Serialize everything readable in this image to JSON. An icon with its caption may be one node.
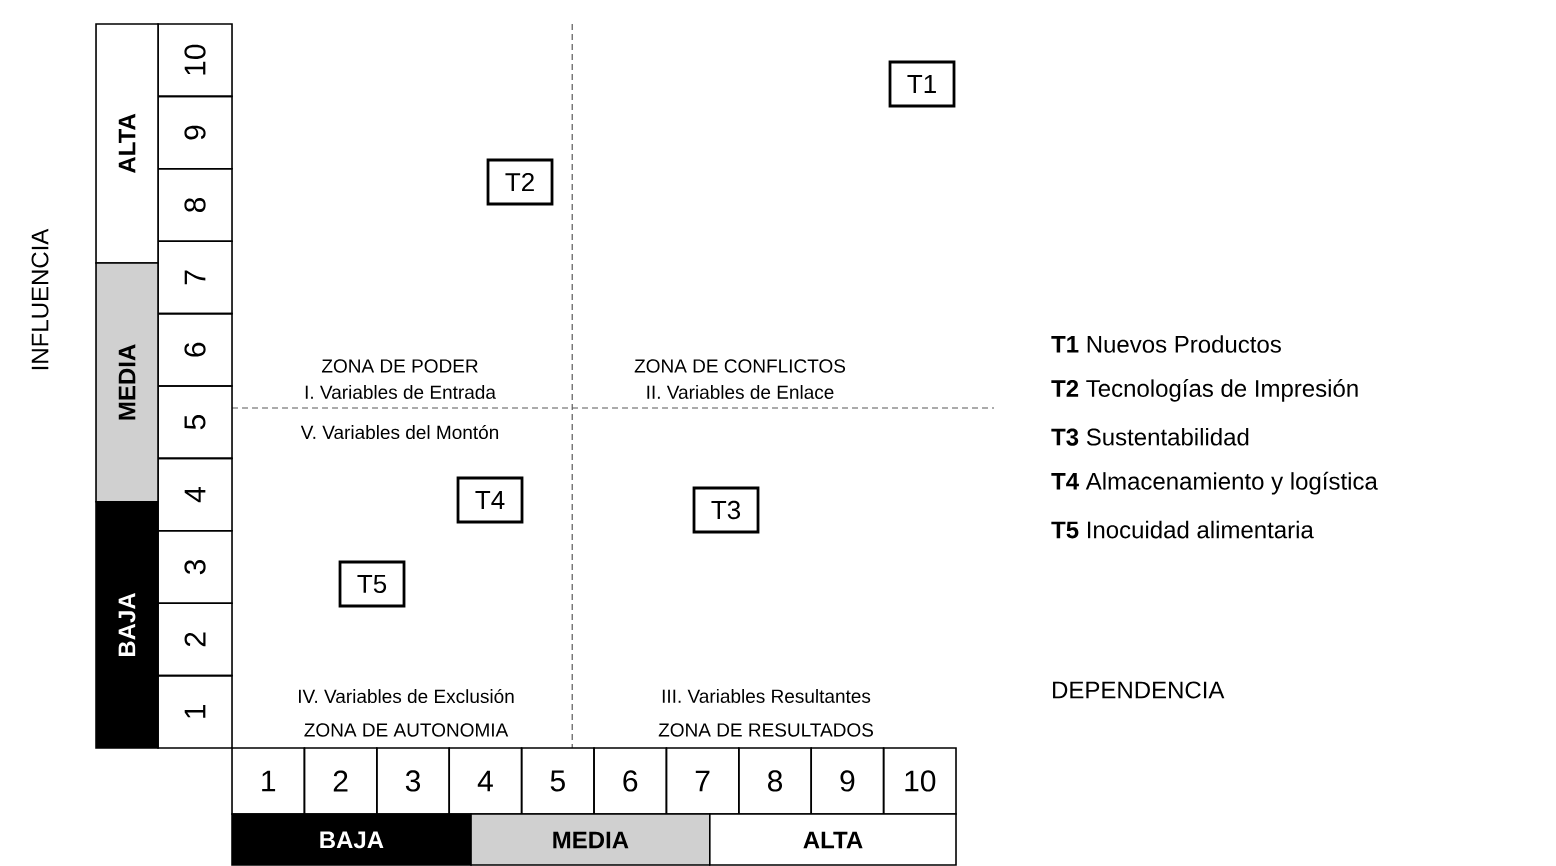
{
  "diagram": {
    "nodes": [
      {
        "text": [
          "T1"
        ]
      },
      {
        "text": [
          "T2"
        ]
      },
      {
        "text": [
          "T3"
        ]
      },
      {
        "text": [
          "T4"
        ]
      },
      {
        "text": [
          "T5"
        ]
      }
    ],
    "labels": [
      "10",
      "9",
      "8",
      "7",
      "6",
      "5",
      "4",
      "3",
      "2",
      "1",
      "ALTA",
      "MEDIA",
      "BAJA",
      "INFLUENCIA",
      "ZONA DE PODER",
      "I. Variables de Entrada",
      "ZONA DE CONFLICTOS",
      "II. Variables de Enlace",
      "V. Variables del Montón",
      "IV. Variables de Exclusión",
      "III. Variables Resultantes",
      "ZONA DE AUTONOMIA",
      "ZONA DE RESULTADOS",
      "**T1** Nuevos Productos",
      "**T2** Tecnologías de Impresión",
      "**T3** Sustentabilidad",
      "**T4** Almacenamiento y logística",
      "**T5** Inocuidad alimentaria",
      "DEPENDENCIA",
      "1",
      "2",
      "3",
      "4",
      "5",
      "6",
      "7",
      "8",
      "9",
      "10",
      "BAJA",
      "MEDIA",
      "ALTA"
    ]
  }
}
